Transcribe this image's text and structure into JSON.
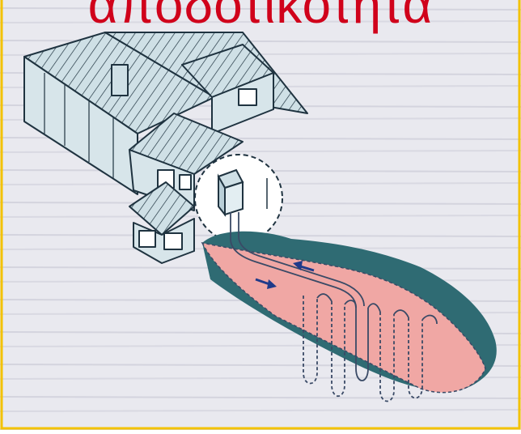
{
  "title": "αποδοτικότητα",
  "colors": {
    "frame": "#f3c200",
    "title": "#d0021b",
    "paper": "#d9d9e4",
    "roof": "#bcd0d8",
    "wall": "#cfe0e6",
    "outline": "#1f3340",
    "ground_top": "#2f6b73",
    "ground_fill": "#f0a7a4",
    "pipe": "#3a4a66"
  },
  "icons": [
    "house",
    "heat-pump-unit",
    "ground-loop-pipes",
    "flow-arrow-left",
    "flow-arrow-right"
  ]
}
